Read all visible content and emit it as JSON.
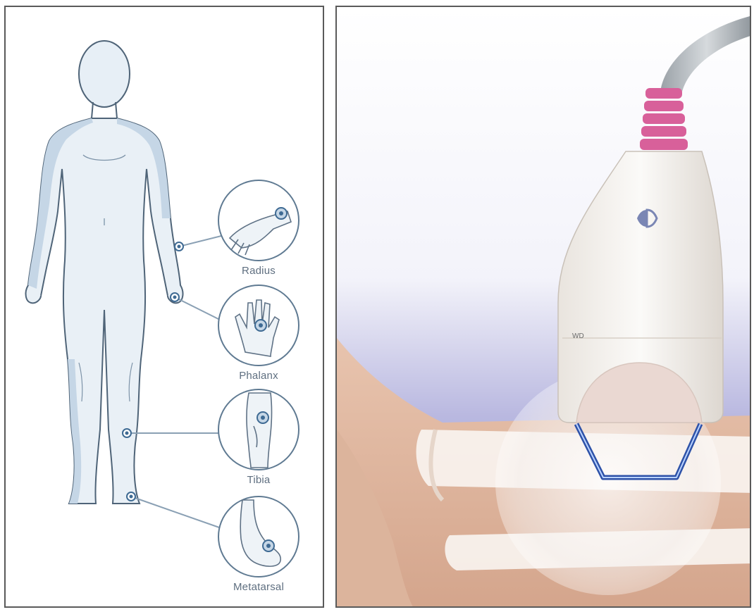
{
  "colors": {
    "body_fill": "#c5d6e6",
    "outline": "#4f6478",
    "marker": "#3e6a93",
    "probe_pink": "#d8609a",
    "beam_blue": "#2e52a8"
  },
  "measurement_sites": [
    {
      "label": "Radius",
      "icon": "hand-palm-icon"
    },
    {
      "label": "Phalanx",
      "icon": "hand-back-icon"
    },
    {
      "label": "Tibia",
      "icon": "lower-leg-icon"
    },
    {
      "label": "Metatarsal",
      "icon": "foot-icon"
    }
  ],
  "probe": {
    "logo_icon": "brand-logo-icon",
    "model_text": "WD"
  }
}
